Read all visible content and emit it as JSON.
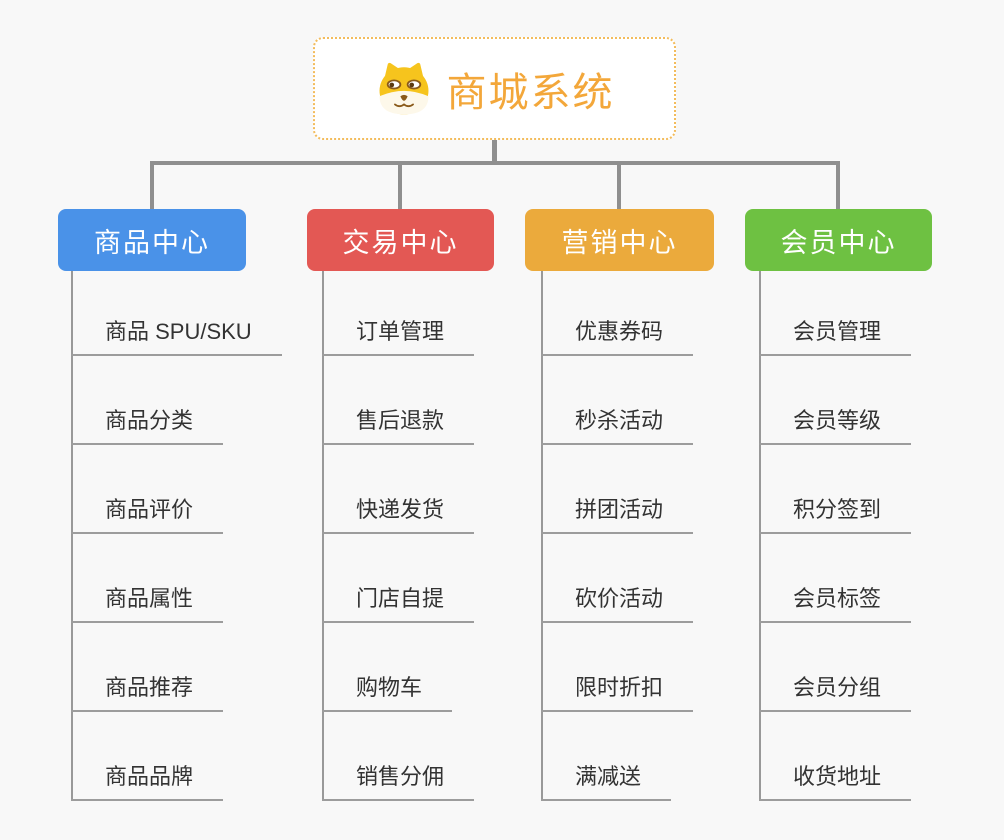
{
  "root": {
    "title": "商城系统",
    "title_color": "#f3a73a",
    "border_color": "#f3bc5c",
    "icon": "dog-face-icon"
  },
  "branches": [
    {
      "label": "商品中心",
      "color": "#4a92e8",
      "children": [
        "商品 SPU/SKU",
        "商品分类",
        "商品评价",
        "商品属性",
        "商品推荐",
        "商品品牌"
      ]
    },
    {
      "label": "交易中心",
      "color": "#e35854",
      "children": [
        "订单管理",
        "售后退款",
        "快递发货",
        "门店自提",
        "购物车",
        "销售分佣"
      ]
    },
    {
      "label": "营销中心",
      "color": "#ebaa3c",
      "children": [
        "优惠券码",
        "秒杀活动",
        "拼团活动",
        "砍价活动",
        "限时折扣",
        "满减送"
      ]
    },
    {
      "label": "会员中心",
      "color": "#6ec142",
      "children": [
        "会员管理",
        "会员等级",
        "积分签到",
        "会员标签",
        "会员分组",
        "收货地址"
      ]
    }
  ],
  "colors": {
    "background": "#f8f8f8",
    "connector": "#8f8f8f",
    "leaf_line": "#9c9c9c",
    "leaf_text": "#333333"
  }
}
